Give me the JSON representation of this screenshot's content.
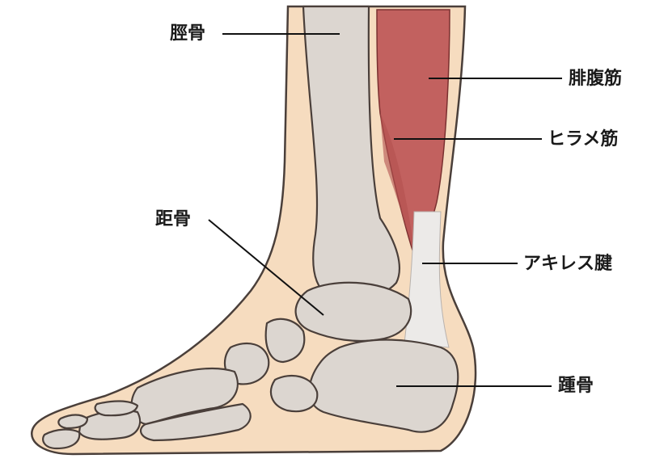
{
  "title": "足首の解剖図",
  "labels": {
    "tibia": "脛骨",
    "gastrocnemius": "腓腹筋",
    "soleus": "ヒラメ筋",
    "talus": "距骨",
    "achilles": "アキレス腱",
    "calcaneus": "踵骨"
  },
  "colors": {
    "skin": "#f6dcbf",
    "bone": "#dcd6d0",
    "muscle": "#c2615f",
    "tendon": "#eceae8",
    "outline": "#4a3f3a"
  }
}
